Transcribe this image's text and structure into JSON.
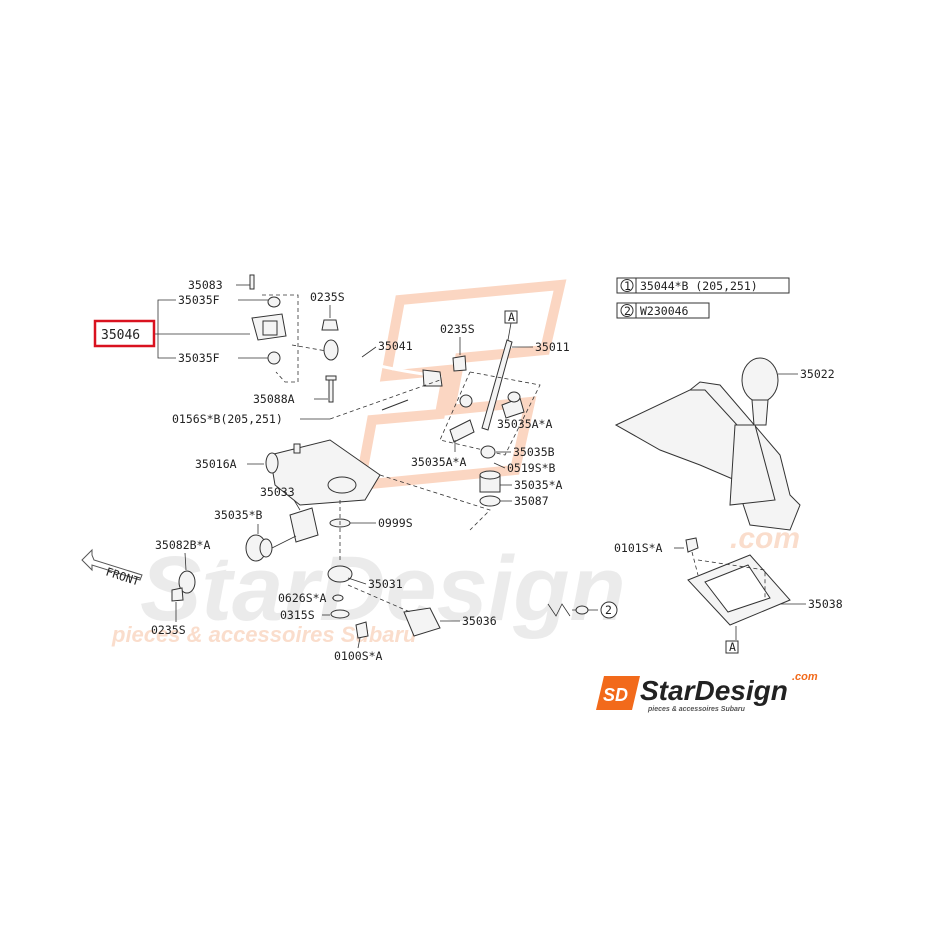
{
  "highlight": {
    "part_number": "35046",
    "color": "#d9121f"
  },
  "parts": {
    "p35083": "35083",
    "p35035F_top": "35035F",
    "p35035F_bottom": "35035F",
    "p0235S_a": "0235S",
    "p0235S_b": "0235S",
    "p0235S_c": "0235S",
    "p35041": "35041",
    "p35088A": "35088A",
    "p0156S": "0156S*B(205,251)",
    "p35011": "35011",
    "p35035AA_r": "35035A*A",
    "p35035AA_l": "35035A*A",
    "p35035B": "35035B",
    "p0519SB": "0519S*B",
    "p35035A": "35035*A",
    "p35087": "35087",
    "p35016A": "35016A",
    "p35033": "35033",
    "p35035B2": "35035*B",
    "p0999S": "0999S",
    "p35082BA": "35082B*A",
    "p35031": "35031",
    "p0626SA": "0626S*A",
    "p0315S": "0315S",
    "p35036": "35036",
    "p0100SA": "0100S*A",
    "p35022": "35022",
    "p0101SA": "0101S*A",
    "p35038": "35038",
    "front_label": "FRONT"
  },
  "legend": [
    {
      "num": "1",
      "text": "35044*B  (205,251)"
    },
    {
      "num": "2",
      "text": "W230046"
    }
  ],
  "refs": {
    "a1": "A",
    "a2": "A",
    "c2": "2"
  },
  "watermark": {
    "brand": "StarDesign",
    "dotcom": ".com",
    "tagline_bg": "pieces & accessoires Subaru",
    "tagline_logo": "pieces & accessoires Subaru",
    "logo_initials": "SD",
    "accent": "#f26a1b",
    "gray": "#c8c8c8"
  }
}
